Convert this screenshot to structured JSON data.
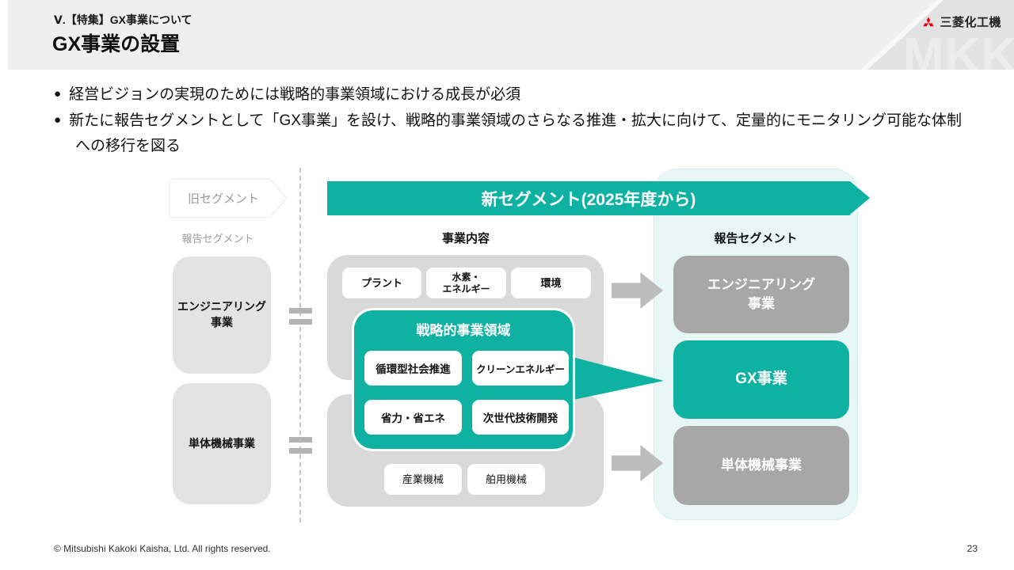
{
  "header": {
    "eyebrow": "Ⅴ.【特集】GX事業について",
    "title": "GX事業の設置",
    "company_name": "三菱化工機",
    "watermark": "MKK"
  },
  "bullet_marker": "●",
  "bullets": {
    "item1": "経営ビジョンの実現のためには戦略的事業領域における成長が必須",
    "item2": "新たに報告セグメントとして「GX事業」を設け、戦略的事業領域のさらなる推進・拡大に向けて、定量的にモニタリング可能な体制への移行を図る"
  },
  "old_segment": {
    "tag": "旧セグメント",
    "caption": "報告セグメント",
    "engineering_line1": "エンジニアリング",
    "engineering_line2": "事業",
    "machinery": "単体機械事業"
  },
  "new_segment": {
    "banner": "新セグメント(2025年度から)",
    "content_header": "事業内容",
    "segment_header": "報告セグメント",
    "engineering_line1": "エンジニアリング",
    "engineering_line2": "事業",
    "gx": "GX事業",
    "machinery": "単体機械事業"
  },
  "content": {
    "plant": "プラント",
    "hydrogen_line1": "水素・",
    "hydrogen_line2": "エネルギー",
    "environment": "環境",
    "strategic_title": "戦略的事業領域",
    "circular": "循環型社会推進",
    "clean_energy": "クリーンエネルギー",
    "labor_saving": "省力・省エネ",
    "next_gen": "次世代技術開発",
    "industrial": "産業機械",
    "marine": "舶用機械"
  },
  "footer": {
    "copyright": "© Mitsubishi Kakoki Kaisha, Ltd. All rights reserved.",
    "page": "23"
  },
  "colors": {
    "teal": "#0fb2a2",
    "panel_mint": "#e8f7f5",
    "gray_box": "#a7a7a7",
    "light_gray_box": "#e3e3e3",
    "container_gray": "#d9d9d9",
    "header_band": "#efefef",
    "mitsubishi_red": "#e60012"
  }
}
